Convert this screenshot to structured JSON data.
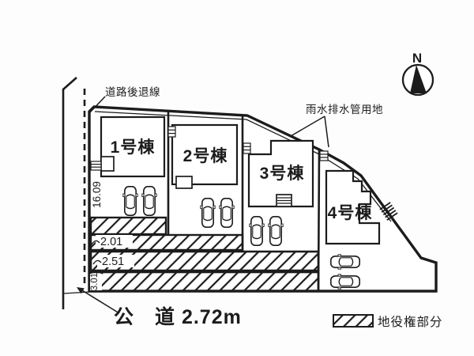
{
  "page": {
    "background": "#ffffff",
    "ink": "#1c1c1c"
  },
  "labels": {
    "setback_line": "道路後退線",
    "rain_drain_area": "雨水排水管用地",
    "public_road": "公　道 2.72m",
    "legend_easement": "地役権部分",
    "north": "N"
  },
  "buildings": [
    {
      "label": "1号棟"
    },
    {
      "label": "2号棟"
    },
    {
      "label": "3号棟"
    },
    {
      "label": "4号棟"
    }
  ],
  "dimensions": {
    "west_boundary": "16.09",
    "strip_a": "2.01",
    "strip_b": "2.51",
    "strip_c": "3.01"
  }
}
